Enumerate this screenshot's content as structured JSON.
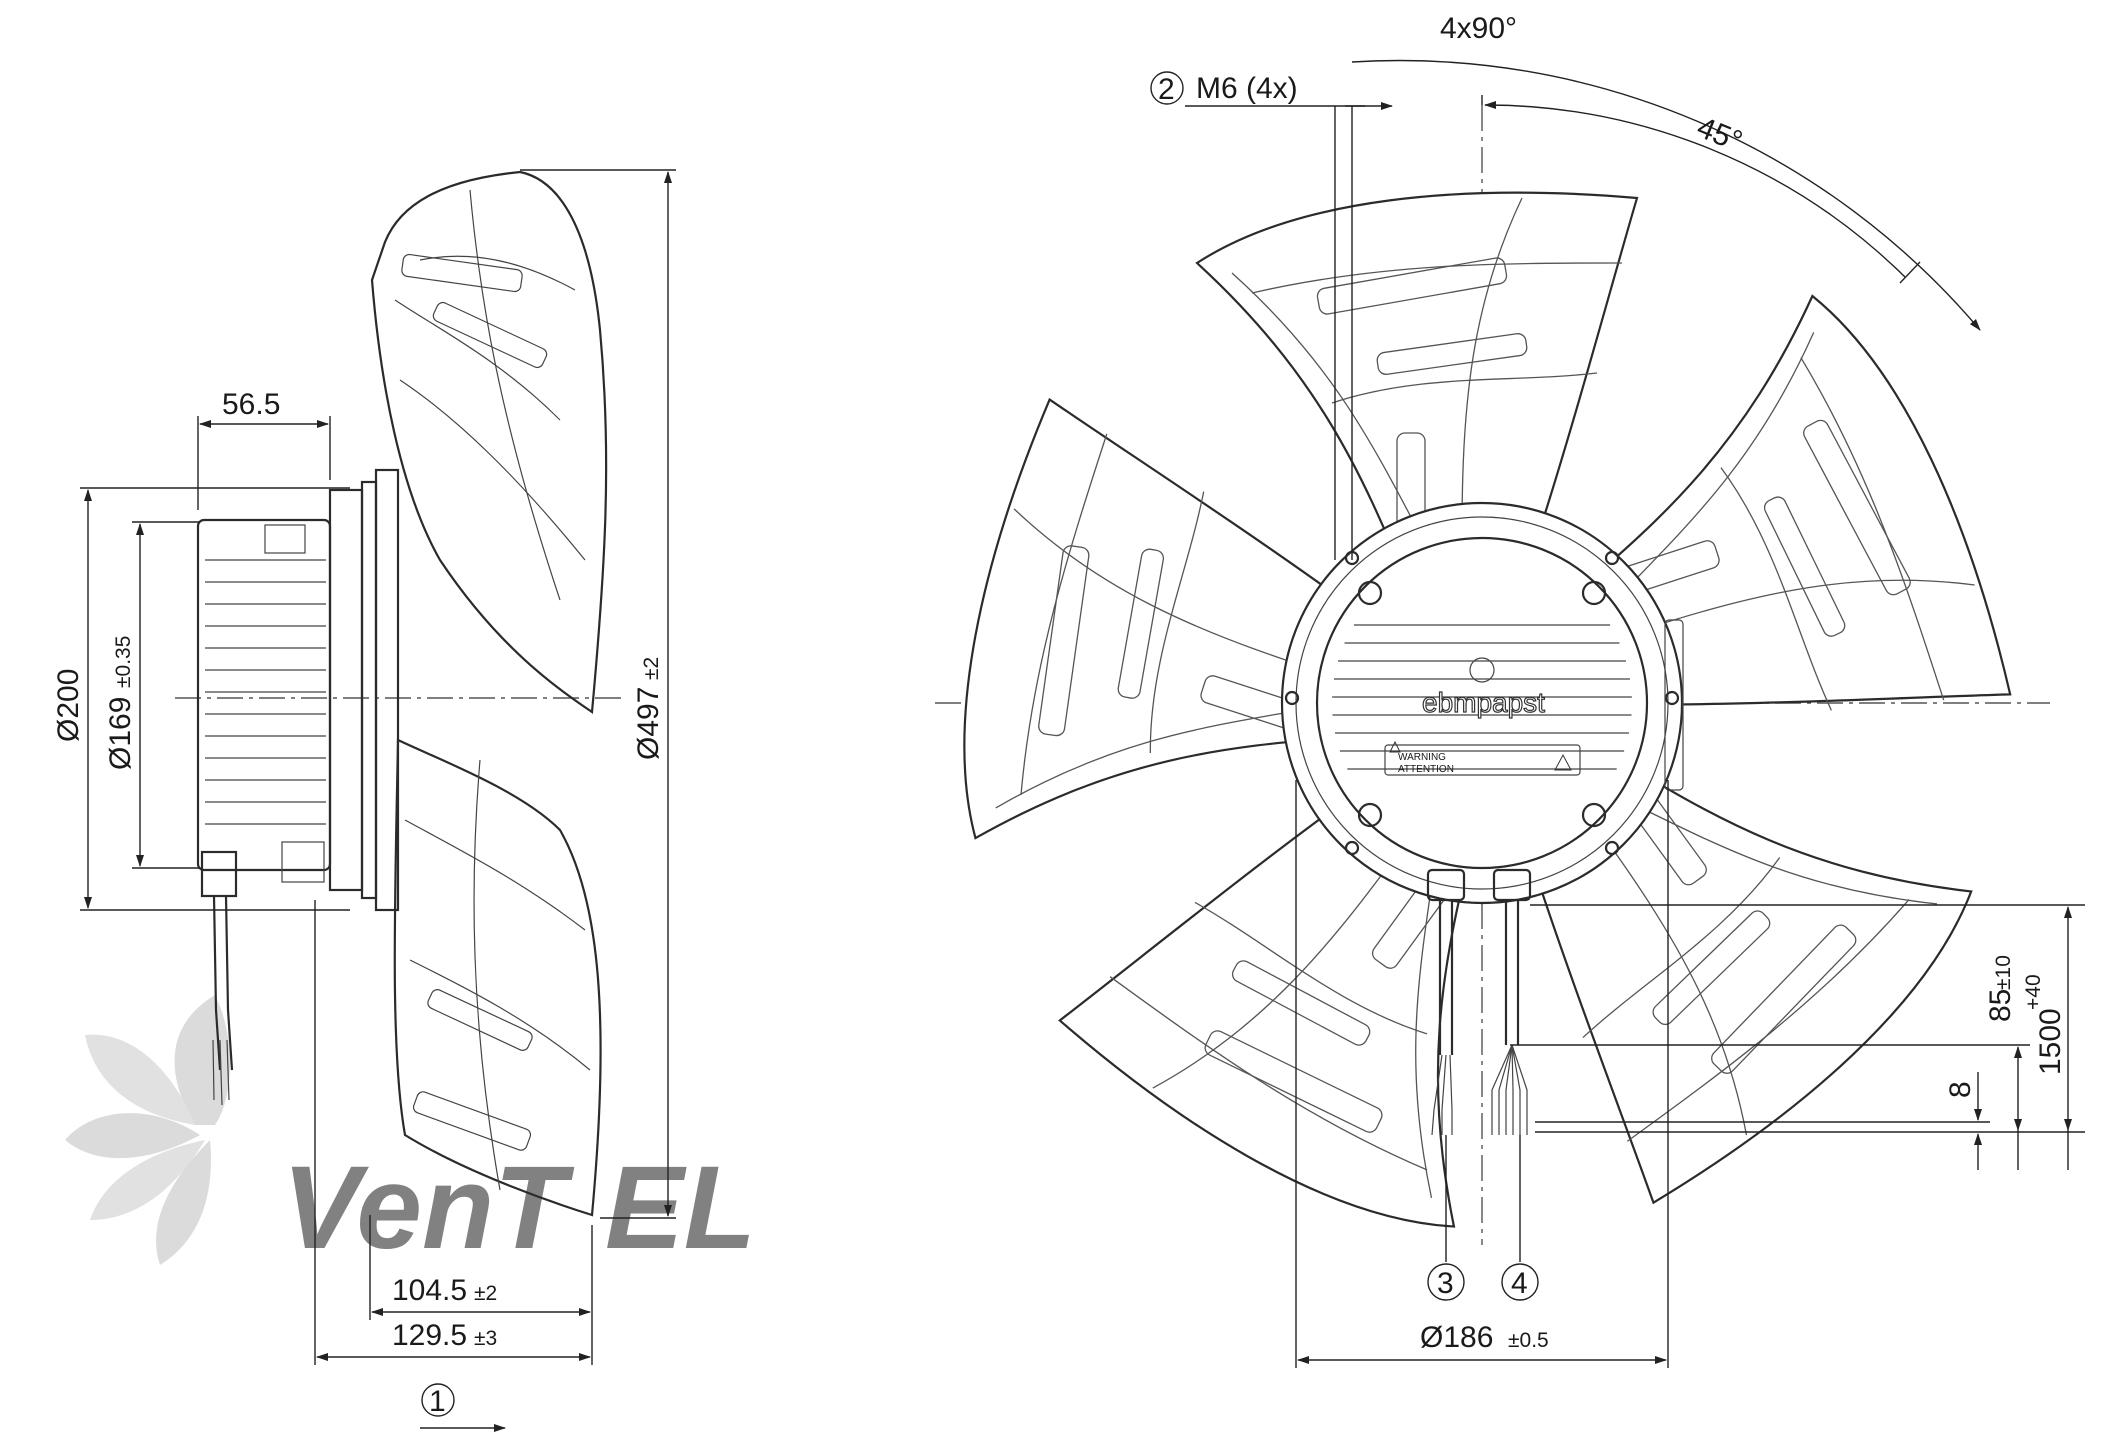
{
  "side_view": {
    "dim_depth_motor": "56.5",
    "dim_dia_200": "Ø200",
    "dim_dia_169": "Ø169",
    "dim_dia_169_tol": "±0.35",
    "dim_dia_497": "Ø497",
    "dim_dia_497_tol": "±2",
    "dim_104": "104.5",
    "dim_104_tol": "±2",
    "dim_129": "129.5",
    "dim_129_tol": "±3",
    "callout_1": "1"
  },
  "front_view": {
    "angle_4x90": "4x90°",
    "angle_45": "45°",
    "callout_2": "2",
    "thread_label": "M6 (4x)",
    "brand_label": "ebmpapst",
    "warning_label": "WARNING",
    "attention_label": "ATTENTION",
    "dim_85": "85",
    "dim_85_tol": "±10",
    "dim_1500": "1500",
    "dim_1500_tol": "+40",
    "dim_8": "8",
    "dim_dia_186": "Ø186",
    "dim_dia_186_tol": "±0.5",
    "callout_3": "3",
    "callout_4": "4"
  },
  "watermark": {
    "text_dark": "VenT",
    "text_light": "EL",
    "dark_color": "#9a9a9a",
    "light_color": "#9cc8e8"
  }
}
